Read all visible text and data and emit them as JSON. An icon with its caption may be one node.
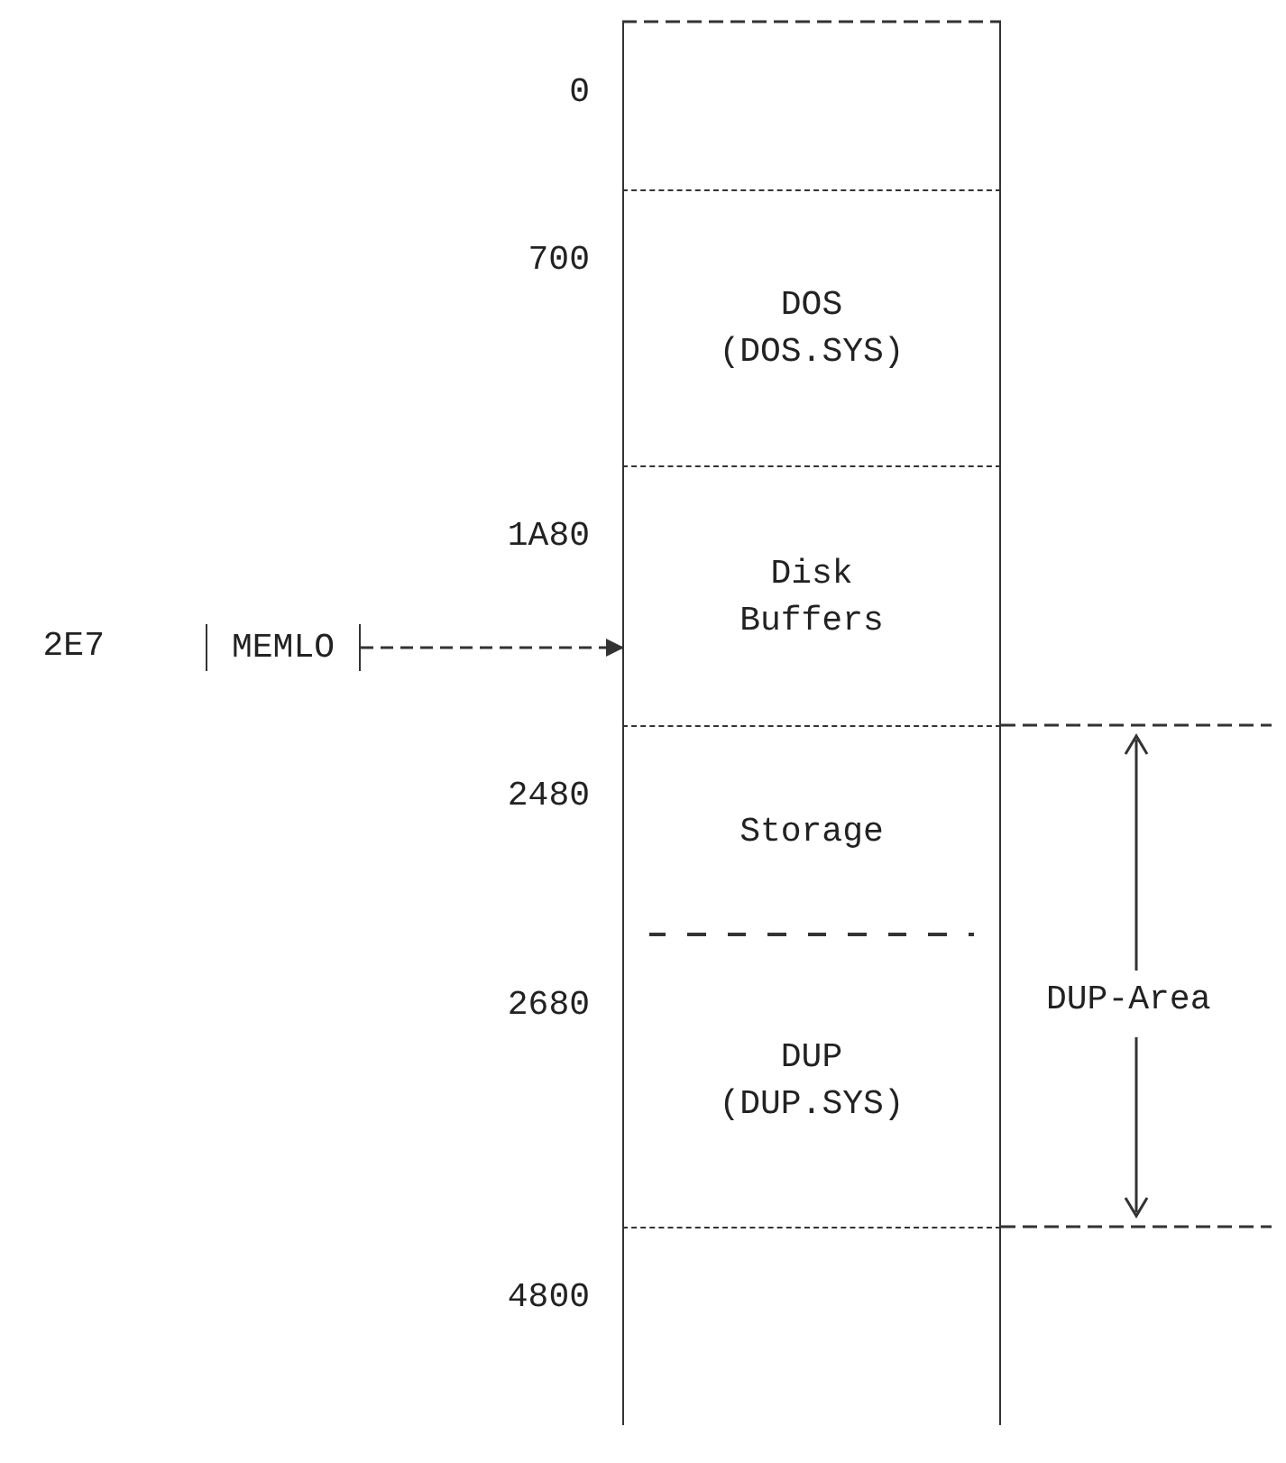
{
  "diagram": {
    "nodes": [
      {
        "text": [],
        "shape": "box",
        "beside": [
          "0"
        ]
      },
      {
        "text": [
          "DOS (DOS.SYS)"
        ],
        "beside": [
          "700"
        ]
      },
      {
        "text": [
          "Disk Buffers"
        ],
        "beside": [
          "1A80"
        ]
      },
      {
        "text": [
          "Storage"
        ],
        "beside": [
          "2480"
        ]
      },
      {
        "text": [
          "DUP (DUP.SYS)"
        ],
        "beside": [
          "2680"
        ]
      },
      {
        "text": [],
        "shape": "box",
        "beside": [
          "4800"
        ]
      },
      {
        "text": [
          "MEMLO"
        ],
        "beside": [
          "2E7"
        ]
      }
    ],
    "edges": [
      {
        "from": 6,
        "to": 2,
        "arrow": "to",
        "style": "dashed"
      }
    ],
    "labels": [
      "DUP-Area"
    ]
  }
}
